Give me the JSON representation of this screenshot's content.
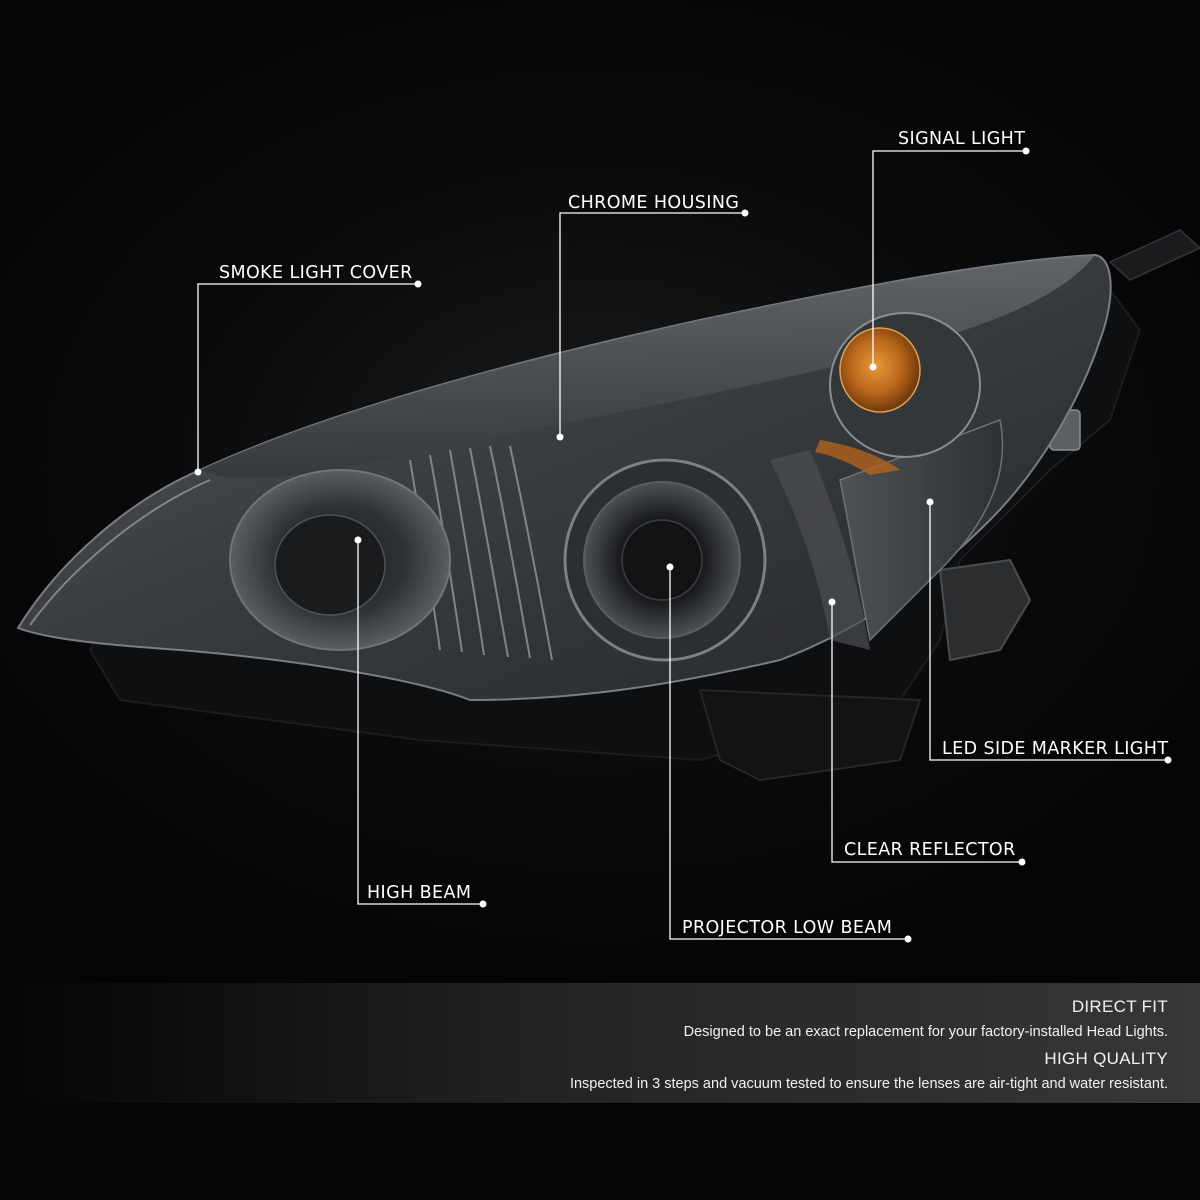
{
  "callouts": {
    "signal_light": "SIGNAL LIGHT",
    "chrome_housing": "CHROME HOUSING",
    "smoke_light_cover": "SMOKE LIGHT COVER",
    "led_side_marker_light": "LED SIDE MARKER LIGHT",
    "clear_reflector": "CLEAR REFLECTOR",
    "high_beam": "HIGH BEAM",
    "projector_low_beam": "PROJECTOR LOW BEAM"
  },
  "features": [
    {
      "title": "DIRECT FIT",
      "text": "Designed to be an exact replacement for your factory-installed Head Lights."
    },
    {
      "title": "HIGH QUALITY",
      "text": "Inspected in 3 steps and vacuum tested to ensure the lenses are air-tight and water resistant."
    }
  ],
  "colors": {
    "background": "#050505",
    "smoke_lens": "#3a3d40",
    "amber_signal": "#c8751a",
    "callout_line": "#ffffff"
  }
}
